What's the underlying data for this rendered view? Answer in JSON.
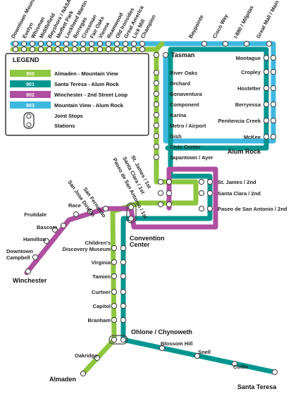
{
  "colors": {
    "route_900": "#8dc63f",
    "route_901": "#00968f",
    "route_902": "#b04ea0",
    "route_903": "#3fb8e0"
  },
  "legend": {
    "title": "LEGEND",
    "routes": [
      {
        "number": "900",
        "name": "Almaden - Mountain View",
        "color": "#8dc63f"
      },
      {
        "number": "901",
        "name": "Santa Teresa - Alum Rock",
        "color": "#00968f"
      },
      {
        "number": "902",
        "name": "Winchester - 2nd Street Loop",
        "color": "#b04ea0"
      },
      {
        "number": "903",
        "name": "Mountain View - Alum Rock",
        "color": "#3fb8e0"
      }
    ],
    "joint_stops_label": "Joint Stops",
    "stations_label": "Stations"
  },
  "stations": {
    "top": [
      "Downtown Mountain View",
      "Evelyn",
      "Whisman",
      "Middlefield",
      "Bayshore / NASA",
      "Moffett Park",
      "Lockheed Martin",
      "Borregas",
      "Crossman",
      "Fair Oaks",
      "Vienna",
      "Reamwood",
      "Old Ironsides",
      "Great America",
      "Lick Mill",
      "Champion",
      "Baypointe",
      "Cisco Way",
      "I-880 / Milpitas",
      "Great Mall / Main"
    ],
    "tasman": "Tasman",
    "north_first": [
      "River Oaks",
      "Orchard",
      "Bonaventura",
      "Component",
      "Karina",
      "Metro / Airport",
      "Gish",
      "Civic Center",
      "Japantown / Ayer"
    ],
    "east": [
      "Montague",
      "Cropley",
      "Hostetter",
      "Berryessa",
      "Penitencia Creek",
      "McKee"
    ],
    "alum_rock": "Alum Rock",
    "downtown_first": [
      "St. James / 1st",
      "Santa Clara / 1st",
      "Paseo de San Antonio / 1st"
    ],
    "downtown_second": [
      "St. James / 2nd",
      "Santa Clara / 2nd",
      "Paseo de San Antonio / 2nd"
    ],
    "winchester_line": [
      "San Fernando",
      "San Jose Diridon",
      "Race",
      "Fruitdale",
      "Bascom",
      "Hamilton",
      "Downtown Campbell"
    ],
    "winchester": "Winchester",
    "convention_center": "Convention Center",
    "south": [
      "Children's Discovery Museum",
      "Virginia",
      "Tamien",
      "Curtner",
      "Capitol",
      "Branham"
    ],
    "ohlone": "Ohlone / Chynoweth",
    "almaden_branch": [
      "Oakridge"
    ],
    "almaden": "Almaden",
    "santa_teresa_branch": [
      "Blossom Hill",
      "Snell",
      "Cottle"
    ],
    "santa_teresa": "Santa Teresa"
  }
}
